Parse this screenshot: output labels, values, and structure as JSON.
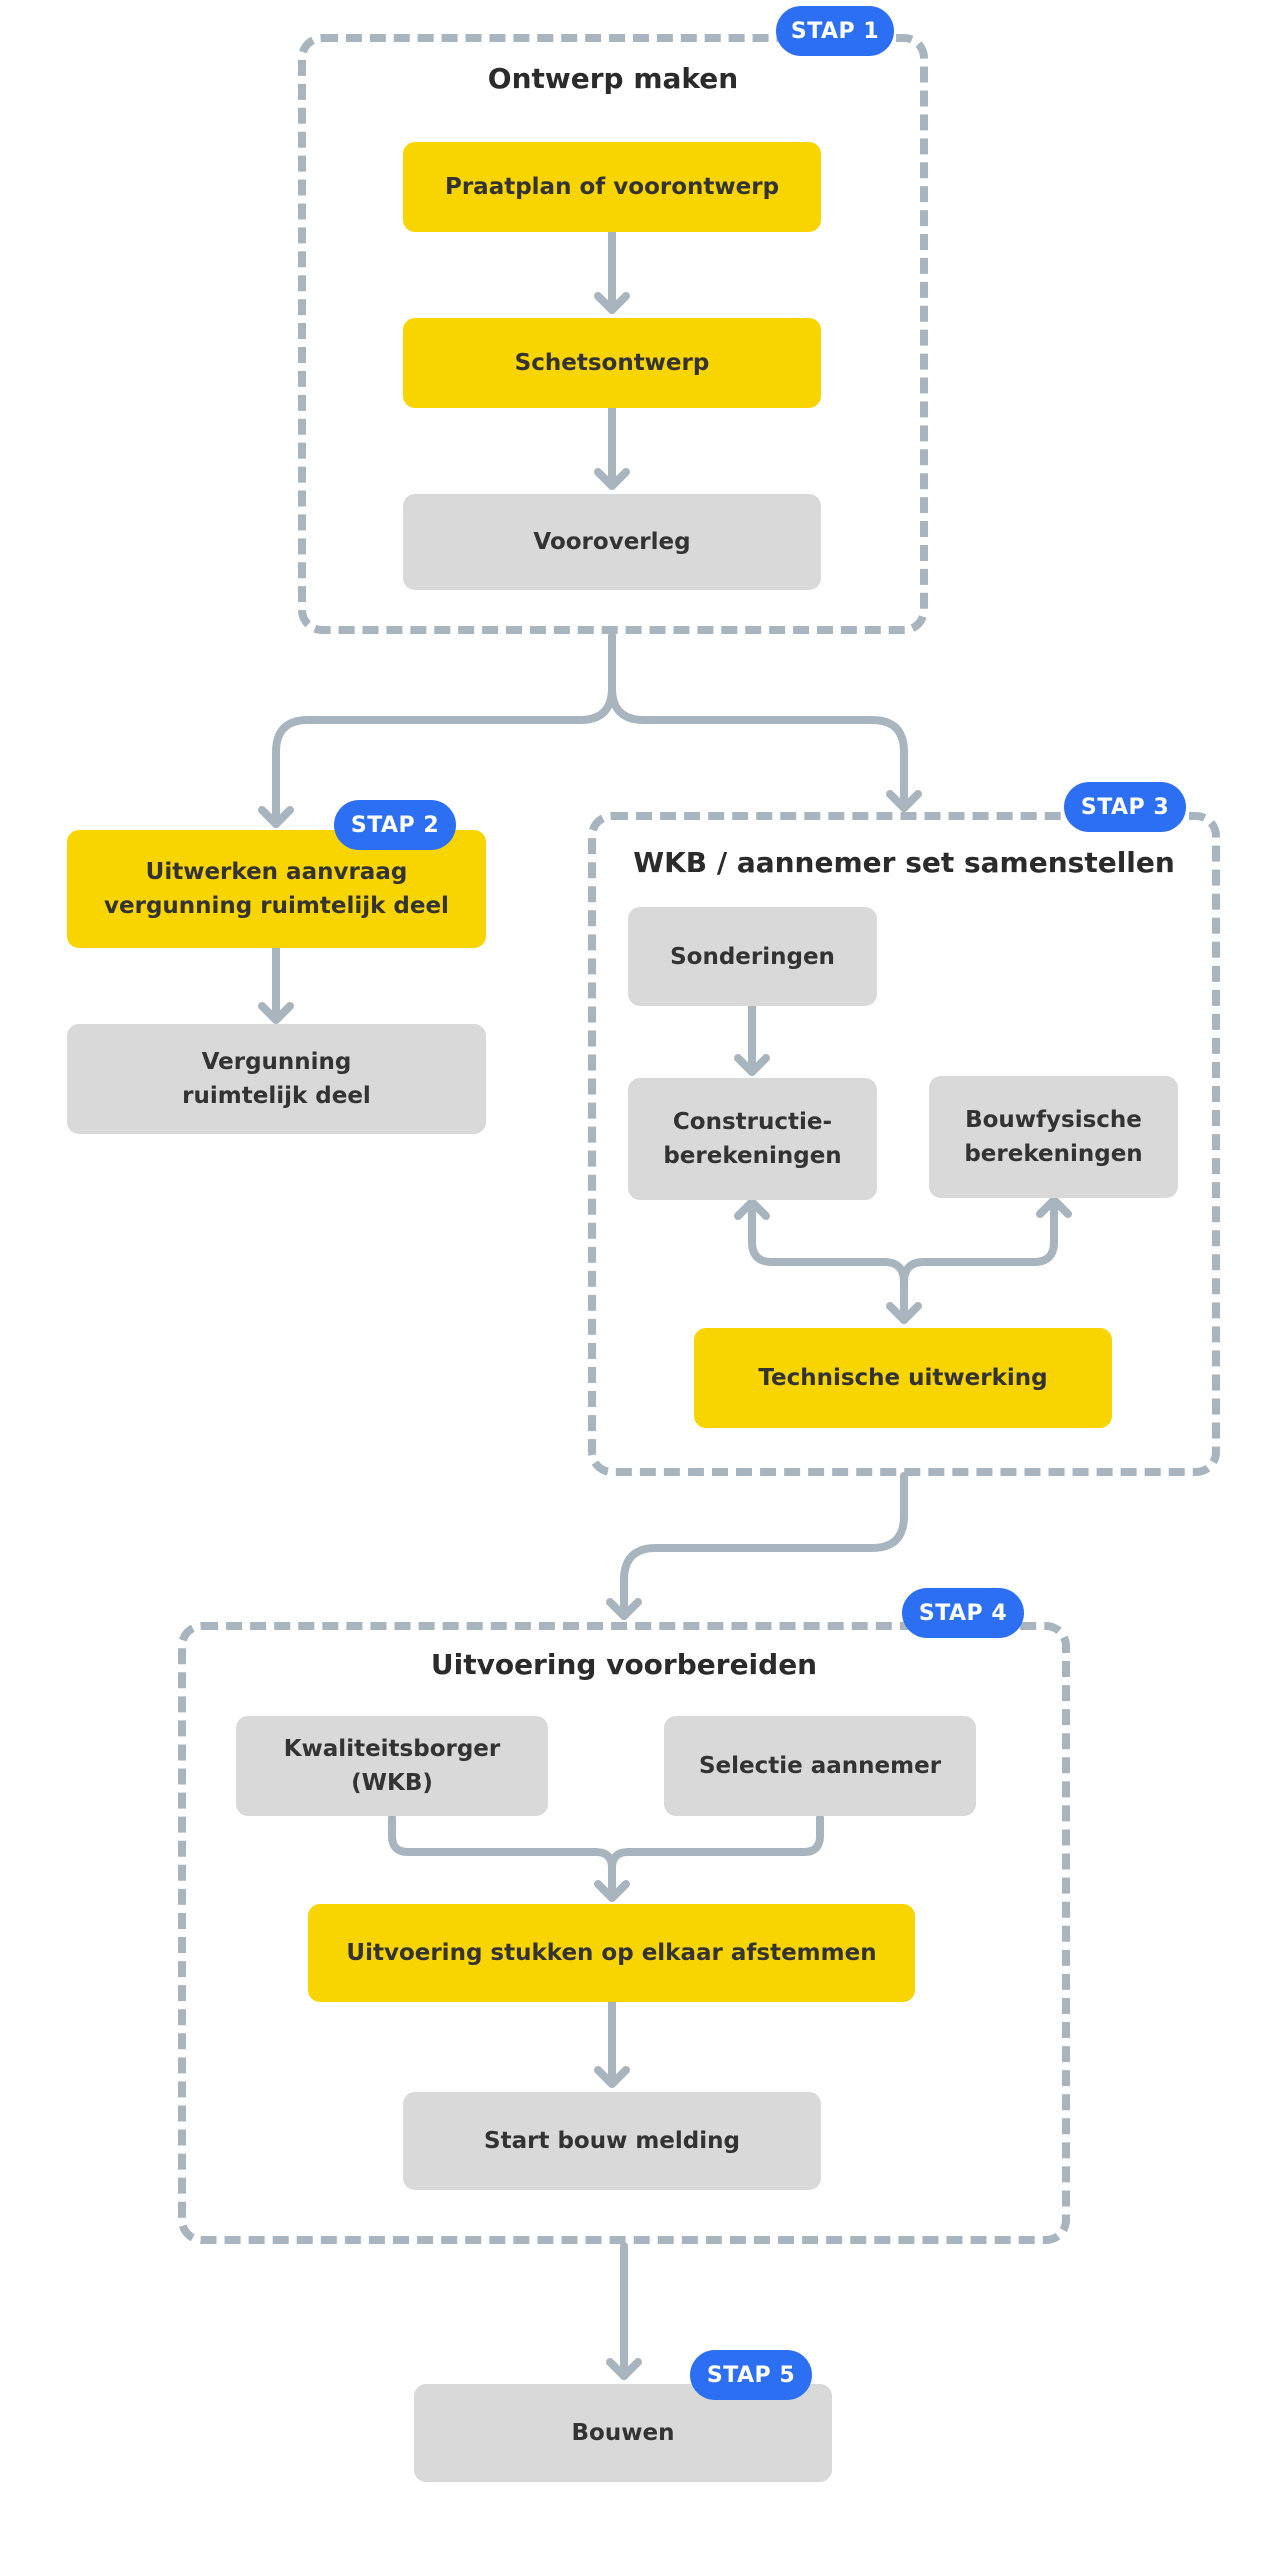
{
  "colors": {
    "yellow": "#f8d400",
    "grey": "#d9d9d9",
    "badge": "#2d6ff2",
    "connector": "#a9b5be"
  },
  "step1": {
    "badge": "STAP 1",
    "title": "Ontwerp maken",
    "praatplan": "Praatplan of voorontwerp",
    "schetsontwerp": "Schetsontwerp",
    "vooroverleg": "Vooroverleg"
  },
  "step2": {
    "badge": "STAP 2",
    "uitwerken": "Uitwerken aanvraag\nvergunning ruimtelijk deel",
    "vergunning": "Vergunning\nruimtelijk deel"
  },
  "step3": {
    "badge": "STAP 3",
    "title": "WKB / aannemer set samenstellen",
    "sonderingen": "Sonderingen",
    "constructie": "Constructie-\nberekeningen",
    "bouwfysische": "Bouwfysische\nberekeningen",
    "technische": "Technische uitwerking"
  },
  "step4": {
    "badge": "STAP 4",
    "title": "Uitvoering voorbereiden",
    "kwaliteitsborger": "Kwaliteitsborger (WKB)",
    "selectie": "Selectie aannemer",
    "afstemmen": "Uitvoering stukken op elkaar afstemmen",
    "startbouw": "Start bouw melding"
  },
  "step5": {
    "badge": "STAP 5",
    "bouwen": "Bouwen"
  }
}
